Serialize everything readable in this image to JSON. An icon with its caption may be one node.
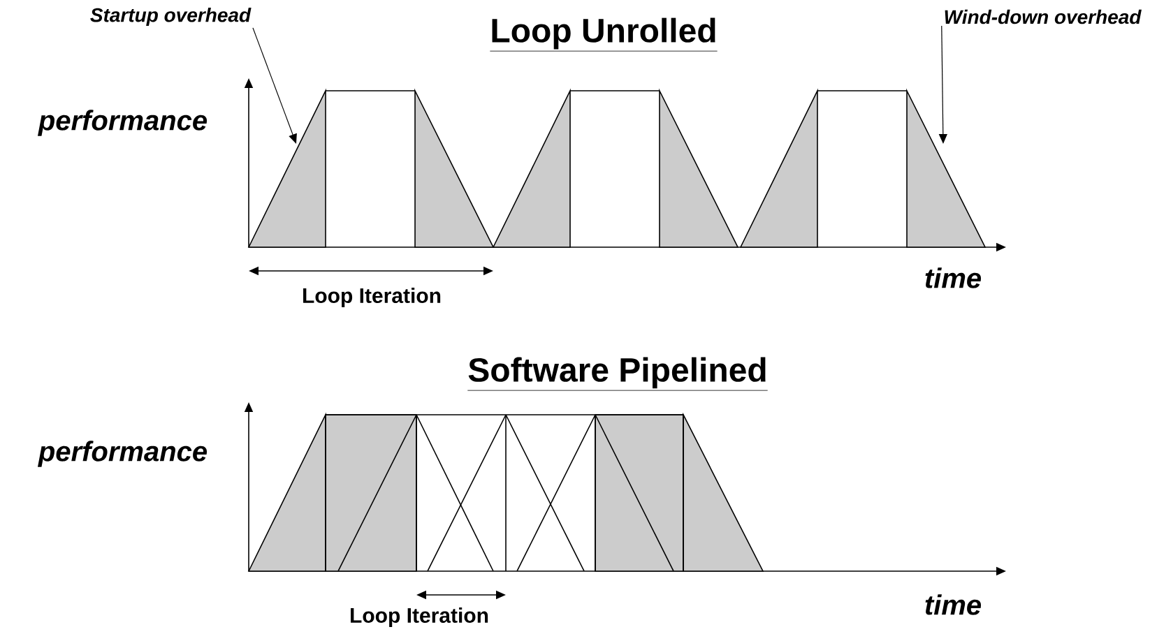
{
  "diagram": {
    "nodes": [
      {
        "text": [
          "Startup overhead"
        ]
      },
      {
        "text": [
          "Wind-down overhead"
        ]
      }
    ],
    "edges": [
      {
        "from": 0,
        "to": null,
        "arrow": "to"
      },
      {
        "from": 1,
        "to": null,
        "arrow": "to"
      }
    ],
    "labels": [
      "Loop Unrolled",
      "performance",
      "time",
      "Loop Iteration",
      "Software Pipelined",
      "performance",
      "Loop Iteration",
      "time"
    ]
  }
}
